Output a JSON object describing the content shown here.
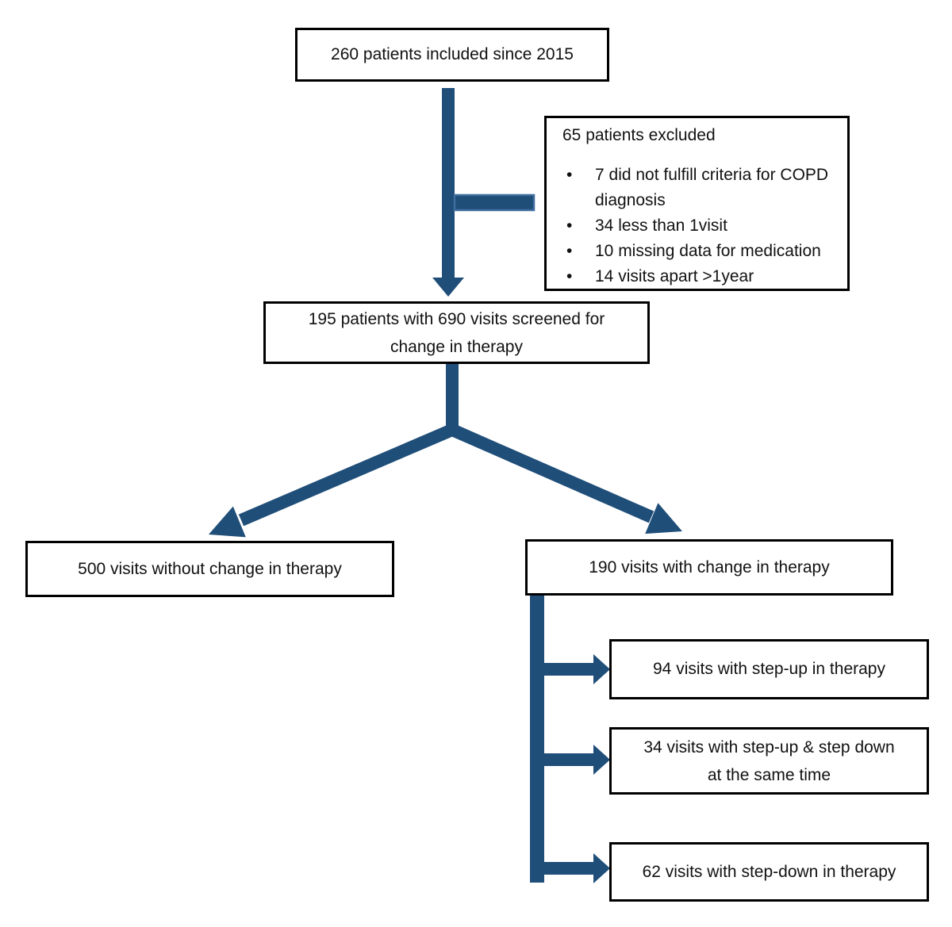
{
  "palette": {
    "arrow": "#1f4e79",
    "arrow_bar_border": "#3f6e9e",
    "box_border": "#000000",
    "background": "#ffffff",
    "text": "#111111"
  },
  "flowchart": {
    "included": {
      "text": "260 patients included since 2015"
    },
    "excluded": {
      "title": "65 patients excluded",
      "bullet_glyph": "•",
      "bullets": [
        "7 did not fulfill criteria for COPD diagnosis",
        "34 less than 1visit",
        "10 missing data for medication",
        "14 visits apart >1year"
      ]
    },
    "screened": {
      "line1": "195 patients with 690 visits screened for",
      "line2": "change in therapy"
    },
    "no_change": {
      "text": "500 visits without change in therapy"
    },
    "change": {
      "text": "190 visits with change in therapy"
    },
    "step_up": {
      "text": "94 visits with step-up in therapy"
    },
    "step_up_down": {
      "line1": "34 visits with step-up & step down",
      "line2": "at the same time"
    },
    "step_down": {
      "text": "62 visits with step-down in therapy"
    }
  }
}
